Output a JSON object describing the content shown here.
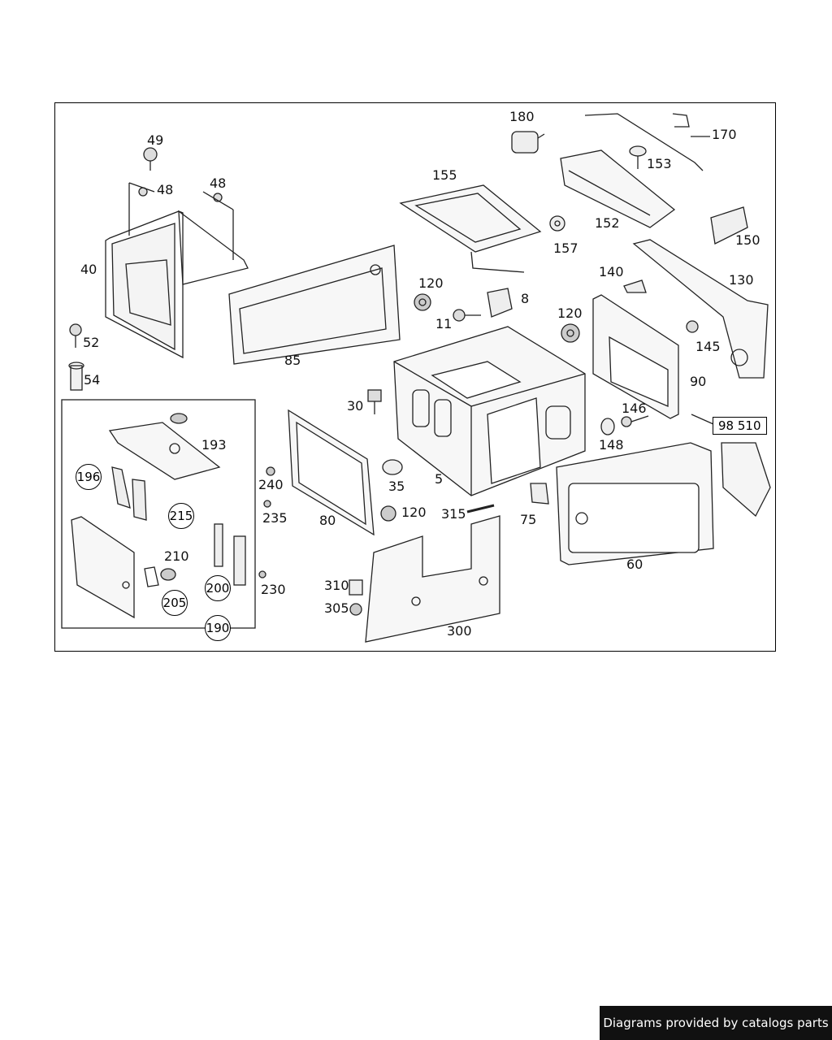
{
  "labels": {
    "l49": "49",
    "l48a": "48",
    "l48b": "48",
    "l40": "40",
    "l52": "52",
    "l54": "54",
    "l85": "85",
    "l155": "155",
    "l180": "180",
    "l170": "170",
    "l153": "153",
    "l152": "152",
    "l157": "157",
    "l150": "150",
    "l130": "130",
    "l140": "140",
    "l120a": "120",
    "l8": "8",
    "l11": "11",
    "l120b": "120",
    "l145": "145",
    "l90": "90",
    "l30": "30",
    "l146": "146",
    "l148": "148",
    "l35": "35",
    "l5": "5",
    "l193": "193",
    "l240": "240",
    "l235": "235",
    "l210": "210",
    "l230": "230",
    "l80": "80",
    "l120c": "120",
    "l315": "315",
    "l75": "75",
    "l60": "60",
    "l310": "310",
    "l305": "305",
    "l300": "300"
  },
  "circled": {
    "c196": "196",
    "c215": "215",
    "c200": "200",
    "c205": "205",
    "c190": "190"
  },
  "boxed": {
    "b98510": "98 510"
  },
  "footer": {
    "text": "Diagrams provided by catalogs parts"
  }
}
